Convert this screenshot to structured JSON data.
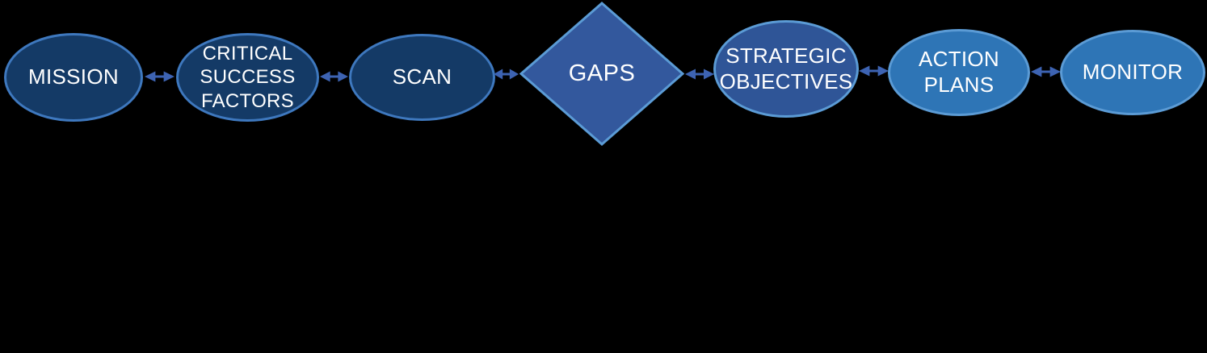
{
  "canvas": {
    "background": "#000000"
  },
  "diagram": {
    "connector_color": "#3D63B2",
    "nodes": [
      {
        "id": "mission",
        "label": "MISSION",
        "shape": "ellipse",
        "fill": "#143A66",
        "border": "#3E78BE"
      },
      {
        "id": "critical-success-factors",
        "label": "CRITICAL SUCCESS FACTORS",
        "shape": "ellipse",
        "fill": "#143A66",
        "border": "#3E78BE"
      },
      {
        "id": "scan",
        "label": "SCAN",
        "shape": "ellipse",
        "fill": "#143A66",
        "border": "#3E78BE"
      },
      {
        "id": "gaps",
        "label": "GAPS",
        "shape": "diamond",
        "fill": "#33589D",
        "border": "#5B9BD5"
      },
      {
        "id": "strategic-objectives",
        "label": "STRATEGIC OBJECTIVES",
        "shape": "ellipse",
        "fill": "#2F5597",
        "border": "#5B9BD5"
      },
      {
        "id": "action-plans",
        "label": "ACTION PLANS",
        "shape": "ellipse",
        "fill": "#2E75B6",
        "border": "#5B9BD5"
      },
      {
        "id": "monitor",
        "label": "MONITOR",
        "shape": "ellipse",
        "fill": "#2E75B6",
        "border": "#5B9BD5"
      }
    ]
  }
}
